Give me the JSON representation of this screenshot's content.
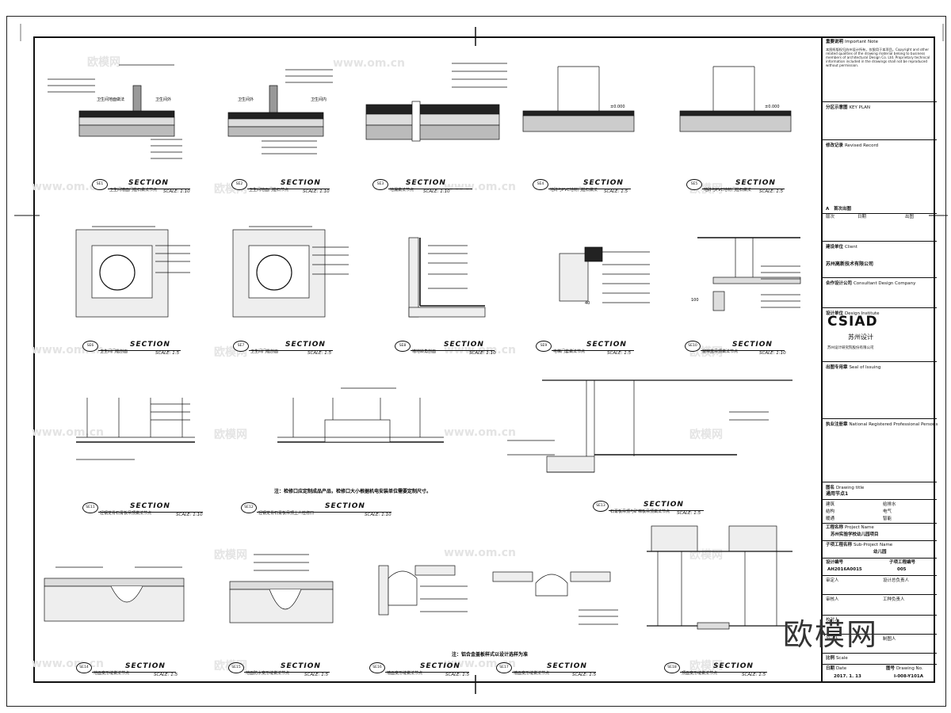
{
  "watermarks": [
    "欧模网",
    "www.om.cn"
  ],
  "brand_watermark": "欧模网",
  "sections": [
    {
      "no": "SE1",
      "name": "卫生间墙面门槛石做法节点",
      "word": "SECTION",
      "scale": "SCALE: 1:10"
    },
    {
      "no": "SE2",
      "name": "卫生间地面门槛石节点",
      "word": "SECTION",
      "scale": "SCALE: 1:10"
    },
    {
      "no": "SE3",
      "name": "地漏做法节点",
      "word": "SECTION",
      "scale": "SCALE: 1:10"
    },
    {
      "no": "SE4",
      "name": "地砖与PVC地材门槛石做法",
      "word": "SECTION",
      "scale": "SCALE: 1:5"
    },
    {
      "no": "SE5",
      "name": "地砖与PVC地材门槛石做法",
      "word": "SECTION",
      "scale": "SCALE: 1:5"
    },
    {
      "no": "SE6",
      "name": "卫生间门槛剖面",
      "word": "SECTION",
      "scale": "SCALE: 1:5"
    },
    {
      "no": "SE7",
      "name": "卫生间门槛剖面",
      "word": "SECTION",
      "scale": "SCALE: 1:5"
    },
    {
      "no": "SE8",
      "name": "墙地转角剖面",
      "word": "SECTION",
      "scale": "SCALE: 1:10"
    },
    {
      "no": "SE9",
      "name": "电梯门套做法节点",
      "word": "SECTION",
      "scale": "SCALE: 1:5"
    },
    {
      "no": "SE10",
      "name": "窗帘盒吊顶做法节点",
      "word": "SECTION",
      "scale": "SCALE: 1:10"
    },
    {
      "no": "SE11",
      "name": "轻钢龙骨石膏板吊顶做法节点",
      "word": "SECTION",
      "scale": "SCALE: 1:10"
    },
    {
      "no": "SE12",
      "name": "轻钢龙骨石膏板吊顶上人检修口",
      "word": "SECTION",
      "scale": "SCALE: 1:10"
    },
    {
      "no": "SE13",
      "name": "石膏板吊顶与矿棉板吊顶做法节点",
      "word": "SECTION",
      "scale": "SCALE: 1:5"
    },
    {
      "no": "SE14",
      "name": "地面变形缝做法节点",
      "word": "SECTION",
      "scale": "SCALE: 1:5"
    },
    {
      "no": "SE15",
      "name": "地面防水变形缝做法节点",
      "word": "SECTION",
      "scale": "SCALE: 1:5"
    },
    {
      "no": "SE16",
      "name": "墙面变形缝做法节点",
      "word": "SECTION",
      "scale": "SCALE: 1:5"
    },
    {
      "no": "SE17",
      "name": "墙面变形缝做法节点",
      "word": "SECTION",
      "scale": "SCALE: 1:5"
    },
    {
      "no": "SE18",
      "name": "顶面变形缝做法节点",
      "word": "SECTION",
      "scale": "SCALE: 1:5"
    }
  ],
  "notes": {
    "access_panel": "注：检修口应定制成品产品，检修口大小根据机电安装单位需要定制尺寸。",
    "joint_material": "注：铝合金盖板样式以设计选样为准"
  },
  "detail_labels": {
    "se1_left": "卫生间地面做法",
    "se1_right": "卫生间外",
    "se2_left": "卫生间外",
    "se2_right": "卫生间内",
    "se4_level": "±0.000",
    "se5_level": "±0.000",
    "se9_dim": "40",
    "se10_dim": "100"
  },
  "title_block": {
    "important_note_label": "重要说明",
    "important_note_en": "Important Note",
    "important_note_text": "本图纸版权归苏州设计所有，仅限用于本项目。Copyright and other related qualities of the drawing material belong to business members of architectural Design Co. Ltd. Proprietary technical information included in the drawings shall not be reproduced without permission.",
    "key_plan_label": "分区示意图",
    "key_plan_en": "KEY PLAN",
    "revision_label": "修改记录",
    "revision_en": "Revised Record",
    "revision_row": "A",
    "revision_row_text": "首次出图",
    "rev_no_label": "版次",
    "rev_date_label": "日期",
    "rev_issue_label": "出图",
    "client_label": "建设单位",
    "client_en": "Client",
    "client_value": "苏州高新技术有限公司",
    "consultant_label": "合作设计公司",
    "consultant_en": "Consultant Design Company",
    "designer_label": "设计单位",
    "designer_en": "Design Institute",
    "logo_text": "CSIAD",
    "logo_cn": "苏州设计",
    "logo_sub": "苏州设计研究院股份有限公司",
    "seal_label": "出图专用章",
    "seal_en": "Seal of Issuing",
    "engineer_label": "执业注册章",
    "engineer_en": "National Registered Professional Persons",
    "drawing_title_label": "图名",
    "drawing_title_en": "Drawing title",
    "drawing_title": "通用节点1",
    "discipline_rows": [
      "建筑",
      "结构",
      "给排水",
      "暖通",
      "电气",
      "智能"
    ],
    "project_label": "工程名称",
    "project_en": "Project Name",
    "project_name": "苏州实验学校幼儿园项目",
    "sub_project_label": "子项工程名称",
    "sub_project_en": "Sub-Project Name",
    "sub_project_name": "幼儿园",
    "design_no_label": "设计编号",
    "design_no": "AH2016A0015",
    "job_no_label": "子项工程编号",
    "job_no": "005",
    "approved_label": "审定人",
    "verified_label": "审核人",
    "checked_label": "校对人",
    "designed_label": "设计人",
    "drawn_label": "制图人",
    "discipline_chief_label": "工种负责人",
    "project_chief_label": "设计总负责人",
    "scale_label": "比例",
    "scale_en": "Scale",
    "date_label": "日期",
    "date_en": "Date",
    "date_value": "2017. 1. 13",
    "drawing_no_label": "图号",
    "drawing_no_en": "Drawing No.",
    "drawing_no": "I-008-Y101A"
  }
}
